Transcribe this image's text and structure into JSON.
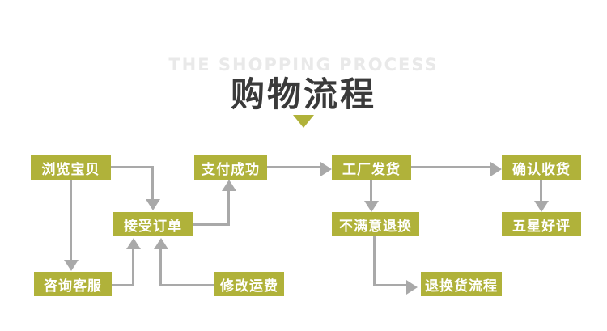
{
  "header": {
    "english_title": "THE SHOPPING PROCESS",
    "chinese_title": "购物流程",
    "caret_icon": "triangle-down-icon"
  },
  "colors": {
    "node_fill": "#b0b23a",
    "node_text": "#ffffff",
    "connector": "#a9a9a9",
    "title_text": "#3a3a3a",
    "ghost_title": "#e9e9e9",
    "background": "#ffffff"
  },
  "flow": {
    "nodes": [
      {
        "id": "browse-item",
        "label": "浏览宝贝",
        "row": 1,
        "col": 1
      },
      {
        "id": "payment-success",
        "label": "支付成功",
        "row": 1,
        "col": 2
      },
      {
        "id": "factory-ship",
        "label": "工厂发货",
        "row": 1,
        "col": 3
      },
      {
        "id": "confirm-receipt",
        "label": "确认收货",
        "row": 1,
        "col": 4
      },
      {
        "id": "accept-order",
        "label": "接受订单",
        "row": 2,
        "col": 1
      },
      {
        "id": "return-exchange",
        "label": "不满意退换",
        "row": 2,
        "col": 3
      },
      {
        "id": "five-star-review",
        "label": "五星好评",
        "row": 2,
        "col": 4
      },
      {
        "id": "contact-service",
        "label": "咨询客服",
        "row": 3,
        "col": 1
      },
      {
        "id": "modify-shipping",
        "label": "修改运费",
        "row": 3,
        "col": 2
      },
      {
        "id": "return-process",
        "label": "退换货流程",
        "row": 3,
        "col": 3
      }
    ],
    "edges": [
      {
        "from": "browse-item",
        "to": "accept-order"
      },
      {
        "from": "browse-item",
        "to": "contact-service"
      },
      {
        "from": "contact-service",
        "to": "accept-order"
      },
      {
        "from": "modify-shipping",
        "to": "accept-order"
      },
      {
        "from": "accept-order",
        "to": "payment-success"
      },
      {
        "from": "payment-success",
        "to": "factory-ship"
      },
      {
        "from": "factory-ship",
        "to": "confirm-receipt"
      },
      {
        "from": "factory-ship",
        "to": "return-exchange"
      },
      {
        "from": "confirm-receipt",
        "to": "five-star-review"
      },
      {
        "from": "return-exchange",
        "to": "return-process"
      }
    ]
  }
}
